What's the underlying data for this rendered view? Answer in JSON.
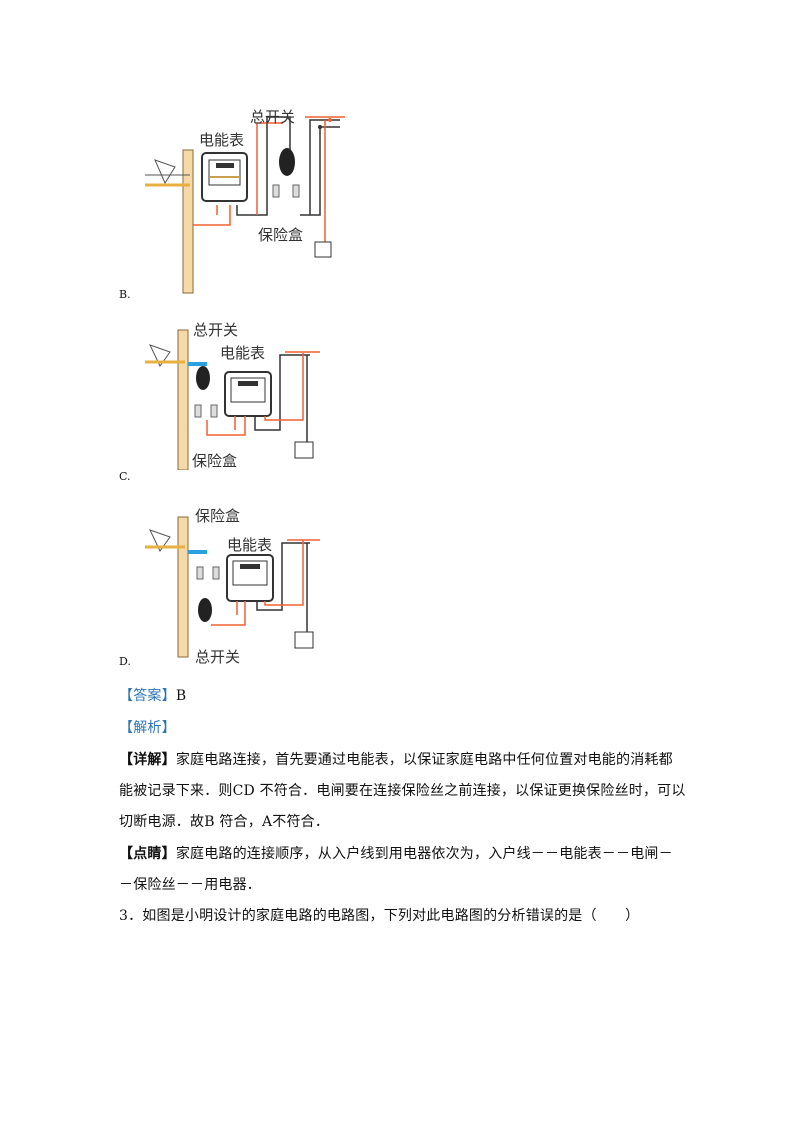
{
  "figures": {
    "B": {
      "option": "B.",
      "meter": "电能表",
      "switch": "总开关",
      "fuse": "保险盒"
    },
    "C": {
      "option": "C.",
      "meter": "电能表",
      "switch": "总开关",
      "fuse": "保险盒"
    },
    "D": {
      "option": "D.",
      "meter": "电能表",
      "switch": "总开关",
      "fuse": "保险盒"
    }
  },
  "answer": {
    "label": "【答案】",
    "value": "B"
  },
  "analysis": {
    "label": "【解析】"
  },
  "detail": {
    "label": "【详解】",
    "lines": [
      "家庭电路连接，首先要通过电能表，以保证家庭电路中任何位置对电能的消耗都",
      "能被记录下来．则CD 不符合．电闸要在连接保险丝之前连接，以保证更换保险丝时，可以",
      "切断电源．故B 符合，A不符合．"
    ]
  },
  "tip": {
    "label": "【点睛】",
    "lines": [
      "家庭电路的连接顺序，从入户线到用电器依次为，入户线－－电能表－－电闸－",
      "－保险丝－－用电器．"
    ]
  },
  "question3": "3．如图是小明设计的家庭电路的电路图，下列对此电路图的分析错误的是（　　）"
}
